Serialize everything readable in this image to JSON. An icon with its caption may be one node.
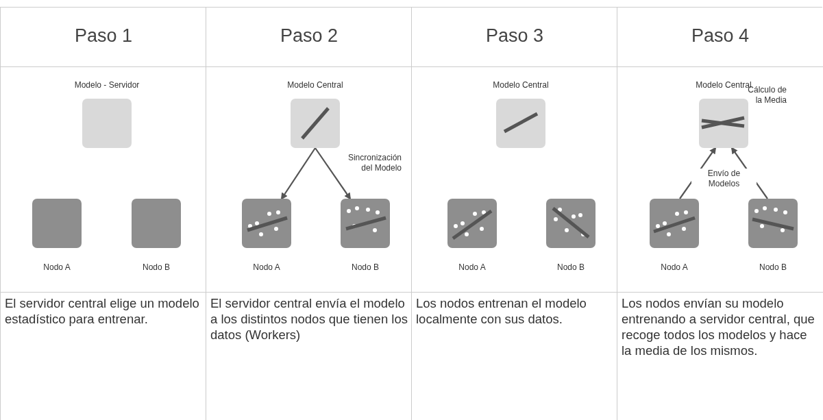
{
  "diagram": {
    "nodes": [
      {
        "text": [
          "Paso 1",
          "El servidor central elige un modelo estadístico para entrenar."
        ]
      },
      {
        "text": [
          "Modelo - Servidor"
        ],
        "in": 0
      },
      {
        "text": [
          "Nodo A"
        ],
        "in": 0
      },
      {
        "text": [
          "Nodo B"
        ],
        "in": 0
      },
      {
        "text": [
          "Paso 2",
          "El servidor central envía el modelo a los distintos nodos que tienen los datos (Workers)"
        ]
      },
      {
        "text": [
          "Modelo Central"
        ],
        "in": 4
      },
      {
        "text": [
          "Nodo A"
        ],
        "in": 4
      },
      {
        "text": [
          "Nodo B"
        ],
        "in": 4
      },
      {
        "text": [
          "Paso 3",
          "Los nodos entrenan el modelo localmente con sus datos."
        ]
      },
      {
        "text": [
          "Modelo Central"
        ],
        "in": 8
      },
      {
        "text": [
          "Nodo A"
        ],
        "in": 8
      },
      {
        "text": [
          "Nodo B"
        ],
        "in": 8
      },
      {
        "text": [
          "Paso 4",
          "Los nodos envían su modelo entrenando a servidor central, que recoge todos los modelos y hace la media de los mismos."
        ]
      },
      {
        "text": [
          "Modelo Central"
        ],
        "in": 12,
        "beside": [
          "Cálculo de la Media"
        ]
      },
      {
        "text": [
          "Nodo A"
        ],
        "in": 12
      },
      {
        "text": [
          "Nodo B"
        ],
        "in": 12
      }
    ],
    "edges": [
      {
        "from": 5,
        "to": 6,
        "arrow": "to"
      },
      {
        "from": 5,
        "to": 7,
        "arrow": "to",
        "label": "Sincronización del Modelo"
      },
      {
        "from": 14,
        "to": 13,
        "arrow": "to",
        "label": "Envío de Modelos"
      },
      {
        "from": 15,
        "to": 13,
        "arrow": "to"
      }
    ]
  }
}
